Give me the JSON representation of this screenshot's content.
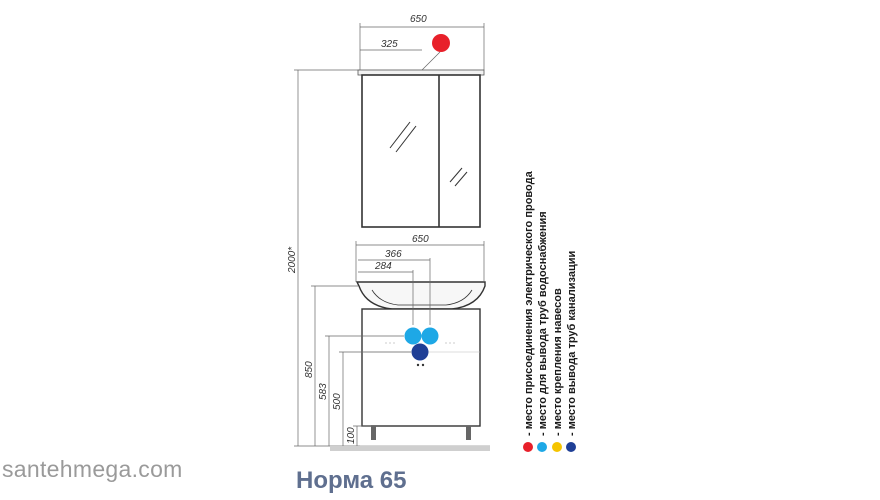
{
  "dimensions": {
    "cabinet_width": "650",
    "outlet_offset": "325",
    "total_height": "2000*",
    "basin_width": "650",
    "offset_366": "366",
    "offset_284": "284",
    "height_850": "850",
    "height_583": "583",
    "height_500": "500",
    "height_100": "100"
  },
  "legend": [
    {
      "text": "- место присоединения электрического провода",
      "color": "#e8202a"
    },
    {
      "text": "- место для вывода труб водоснабжения",
      "color": "#1ea8e6"
    },
    {
      "text": "- место крепления навесов",
      "color": "#f5c400"
    },
    {
      "text": "- место вывода труб канализации",
      "color": "#1f3f96"
    }
  ],
  "markers": {
    "electric": "#e8202a",
    "water": "#1ea8e6",
    "drain": "#1f3f96"
  },
  "product_title": "Норма 65",
  "watermark": "santehmega.com"
}
